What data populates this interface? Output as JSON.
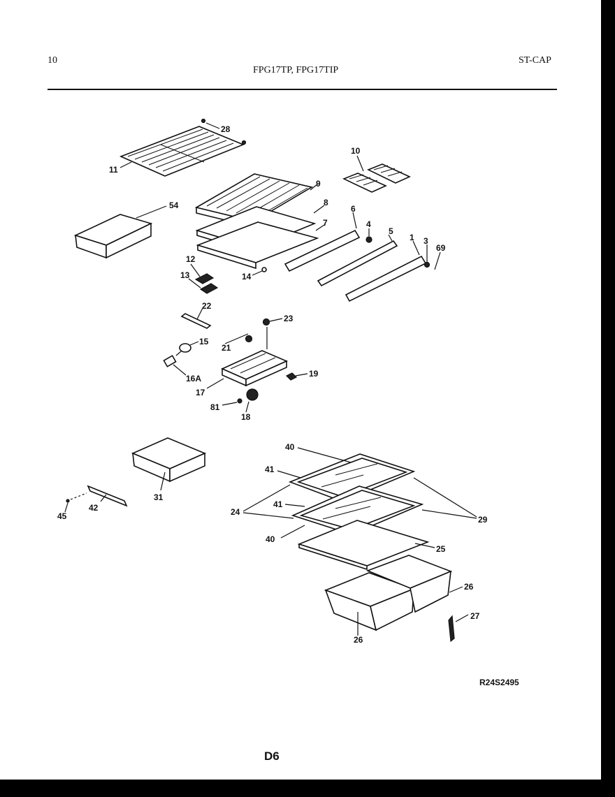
{
  "header": {
    "page_number": "10",
    "models": "FPG17TP, FPG17TIP",
    "section_code": "ST-CAP"
  },
  "footer": {
    "drawing_number": "R24S2495",
    "page_code": "D6"
  },
  "callouts": {
    "c28": "28",
    "c11": "11",
    "c10": "10",
    "c9": "9",
    "c8": "8",
    "c7": "7",
    "c6": "6",
    "c4": "4",
    "c5": "5",
    "c1": "1",
    "c3": "3",
    "c69": "69",
    "c54": "54",
    "c12": "12",
    "c13": "13",
    "c14": "14",
    "c22": "22",
    "c23": "23",
    "c15": "15",
    "c21": "21",
    "c16A": "16A",
    "c17": "17",
    "c19": "19",
    "c81": "81",
    "c18": "18",
    "c40a": "40",
    "c41a": "41",
    "c31": "31",
    "c45": "45",
    "c42": "42",
    "c24": "24",
    "c41b": "41",
    "c29": "29",
    "c40b": "40",
    "c25": "25",
    "c26a": "26",
    "c27": "27",
    "c26b": "26"
  }
}
